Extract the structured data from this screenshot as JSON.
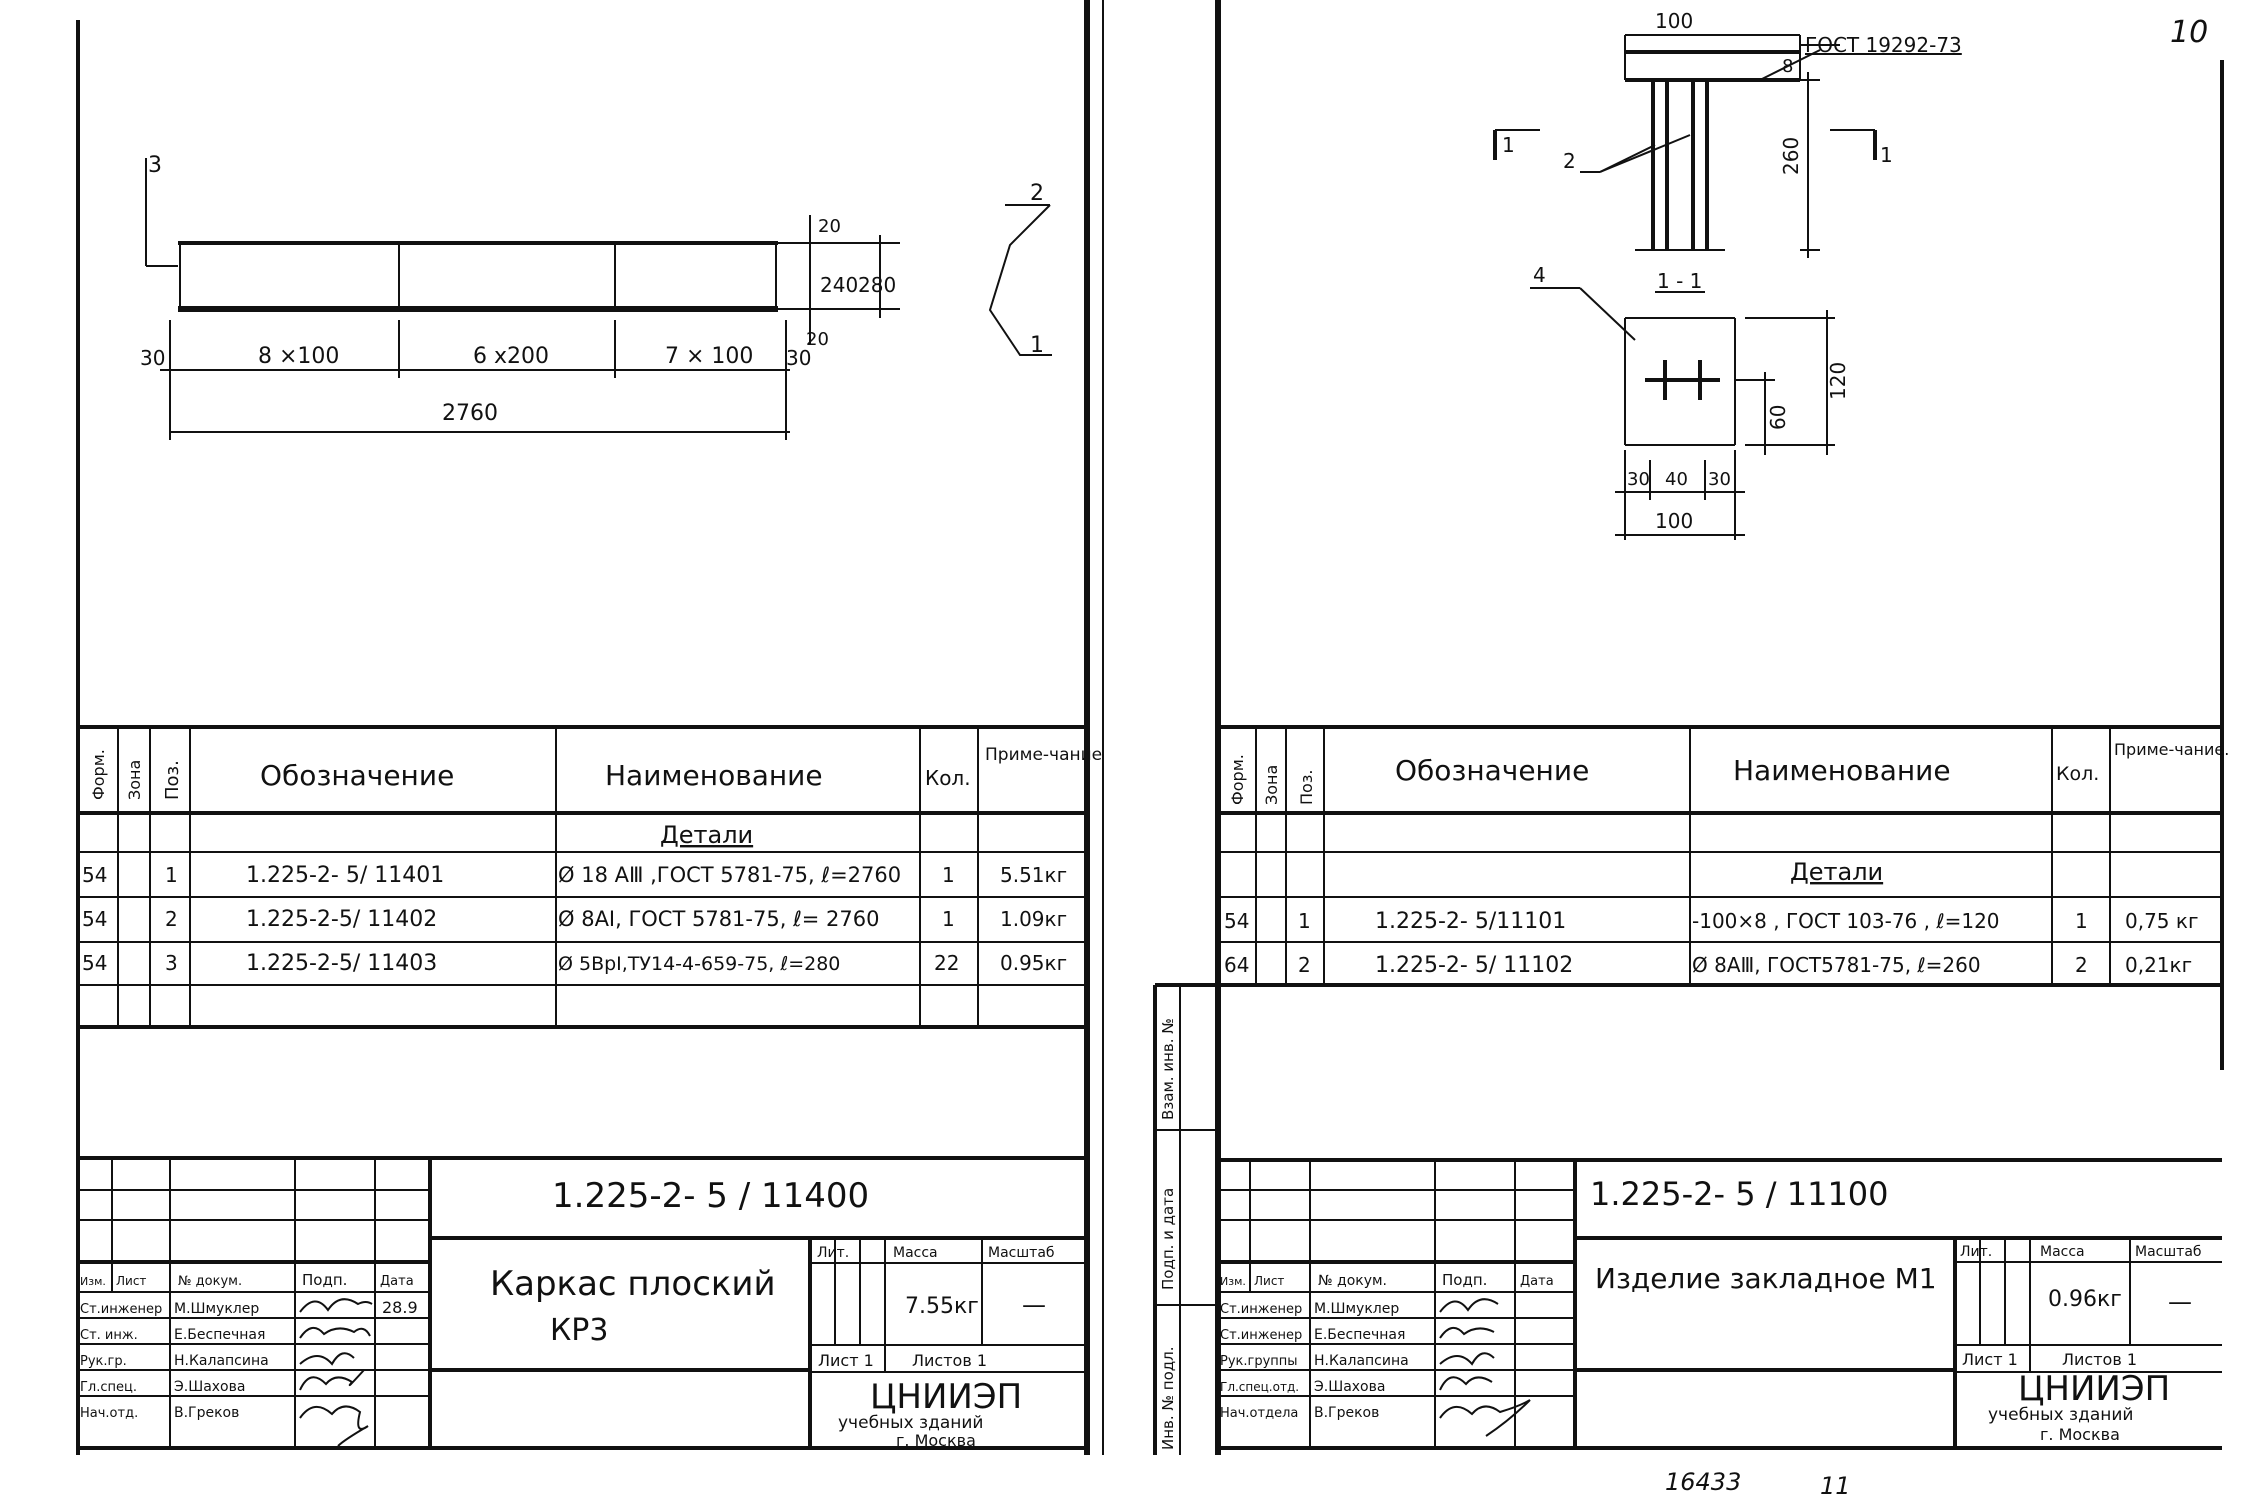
{
  "page_number": "10",
  "footer": {
    "archive_number": "16433",
    "mark": "11"
  },
  "left": {
    "drawing": {
      "pos3": "3",
      "pos2": "2",
      "pos1": "1",
      "dim_20_top": "20",
      "dim_240": "240",
      "dim_280": "280",
      "dim_20_bot": "20",
      "dim_30_left": "30",
      "dim_30_right": "30",
      "seg1": "8 ×100",
      "seg2": "6 x200",
      "seg3": "7 × 100",
      "total": "2760"
    },
    "spec": {
      "headers": {
        "format": "Форм.",
        "zone": "Зона",
        "pos": "Поз.",
        "designation": "Обозначение",
        "name": "Наименование",
        "qty": "Кол.",
        "note": "Приме-чание"
      },
      "section": "Детали",
      "rows": [
        {
          "format": "54",
          "pos": "1",
          "designation": "1.225-2- 5/ 11401",
          "name": "Ø 18 АⅢ ,ГОСТ 5781-75, ℓ=2760",
          "qty": "1",
          "note": "5.51кг"
        },
        {
          "format": "54",
          "pos": "2",
          "designation": "1.225-2-5/ 11402",
          "name": "Ø 8АⅠ, ГОСТ 5781-75, ℓ= 2760",
          "qty": "1",
          "note": "1.09кг"
        },
        {
          "format": "54",
          "pos": "3",
          "designation": "1.225-2-5/ 11403",
          "name": "Ø 5ВрⅠ,ТУ14-4-659-75, ℓ=280",
          "qty": "22",
          "note": "0.95кг"
        }
      ]
    },
    "title_block": {
      "doc_code": "1.225-2- 5 / 11400",
      "title_line1": "Каркас плоский",
      "title_line2": "КР3",
      "col_izm": "Изм.",
      "col_list": "Лист",
      "col_doc": "№ докум.",
      "col_sign": "Подп.",
      "col_date": "Дата",
      "roles": [
        "Ст.инженер",
        "Ст. инж.",
        "Рук.гр.",
        "Гл.спец.",
        "Нач.отд."
      ],
      "names": [
        "М.Шмуклер",
        "Е.Беспечная",
        "Н.Калапсина",
        "Э.Шахова",
        "В.Греков"
      ],
      "sign_date": "28.9",
      "lit_label": "Лит.",
      "mass_label": "Масса",
      "scale_label": "Масштаб",
      "mass": "7.55кг",
      "scale": "—",
      "sheet_label": "Лист 1",
      "sheets_label": "Листов 1",
      "org": "ЦНИИЭП",
      "org_sub1": "учебных зданий",
      "org_sub2": "г. Москва"
    }
  },
  "right": {
    "drawing": {
      "dim_100_top": "100",
      "gost": "ГОСТ 19292-73",
      "weld": "8",
      "pos2": "2",
      "pos4": "4",
      "cut_left": "1",
      "cut_right": "1",
      "dim_260": "260",
      "section_label": "1 - 1",
      "dim_120": "120",
      "dim_60": "60",
      "dim_30a": "30",
      "dim_40": "40",
      "dim_30b": "30",
      "dim_100_bot": "100"
    },
    "spec": {
      "headers": {
        "format": "Форм.",
        "zone": "Зона",
        "pos": "Поз.",
        "designation": "Обозначение",
        "name": "Наименование",
        "qty": "Кол.",
        "note": "Приме-чание."
      },
      "section": "Детали",
      "rows": [
        {
          "format": "54",
          "pos": "1",
          "designation": "1.225-2- 5/11101",
          "name": "-100×8 , ГОСТ 103-76 , ℓ=120",
          "qty": "1",
          "note": "0,75 кг"
        },
        {
          "format": "64",
          "pos": "2",
          "designation": "1.225-2- 5/ 11102",
          "name": "Ø 8АⅢ, ГОСТ5781-75, ℓ=260",
          "qty": "2",
          "note": "0,21кг"
        }
      ]
    },
    "side_stamp": {
      "inv_orig": "Инв. № подл.",
      "sign_date": "Подп. и дата",
      "inv_zam": "Взам. инв. №"
    },
    "title_block": {
      "doc_code": "1.225-2- 5 / 11100",
      "title": "Изделие закладное М1",
      "col_izm": "Изм.",
      "col_list": "Лист",
      "col_doc": "№ докум.",
      "col_sign": "Подп.",
      "col_date": "Дата",
      "roles": [
        "Ст.инженер",
        "Ст.инженер",
        "Рук.группы",
        "Гл.спец.отд.",
        "Нач.отдела"
      ],
      "names": [
        "М.Шмуклер",
        "Е.Беспечная",
        "Н.Калапсина",
        "Э.Шахова",
        "В.Греков"
      ],
      "lit_label": "Лит.",
      "mass_label": "Масса",
      "scale_label": "Масштаб",
      "mass": "0.96кг",
      "scale": "—",
      "sheet_label": "Лист 1",
      "sheets_label": "Листов 1",
      "org": "ЦНИИЭП",
      "org_sub1": "учебных зданий",
      "org_sub2": "г. Москва"
    }
  }
}
